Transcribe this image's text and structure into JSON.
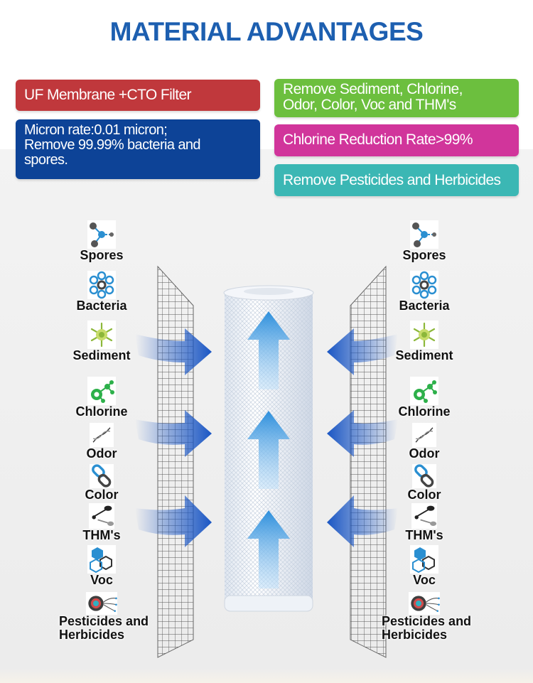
{
  "title": "MATERIAL ADVANTAGES",
  "boxes": {
    "uf": "UF Membrane +CTO Filter",
    "micron_line1": "Micron rate:0.01 micron;",
    "micron_line2": "Remove 99.99% bacteria and",
    "micron_line3": "spores.",
    "remove_line1": "Remove Sediment, Chlorine,",
    "remove_line2": "Odor, Color, Voc and THM's",
    "chlorine_rate": "Chlorine Reduction Rate>99%",
    "pesticides": "Remove Pesticides and Herbicides"
  },
  "colors": {
    "title": "#1d5fb0",
    "uf_box": "#c0383c",
    "micron_box": "#0d4397",
    "remove_box": "#6cbf3e",
    "chlorine_box": "#d1359b",
    "pesticide_box": "#3bb7b4",
    "arrow": "#1a56c4"
  },
  "contaminants": [
    {
      "label": "Spores",
      "icon": "molecule-icon"
    },
    {
      "label": "Bacteria",
      "icon": "bacteria-ring-icon"
    },
    {
      "label": "Sediment",
      "icon": "sediment-icon"
    },
    {
      "label": "Chlorine",
      "icon": "chlorine-icon"
    },
    {
      "label": "Odor",
      "icon": "dna-icon"
    },
    {
      "label": "Color",
      "icon": "chain-link-icon"
    },
    {
      "label": "THM's",
      "icon": "thm-icon"
    },
    {
      "label": "Voc",
      "icon": "hexagon-icon"
    },
    {
      "label_line1": "Pesticides and",
      "label_line2": "Herbicides",
      "icon": "virus-icon"
    }
  ]
}
